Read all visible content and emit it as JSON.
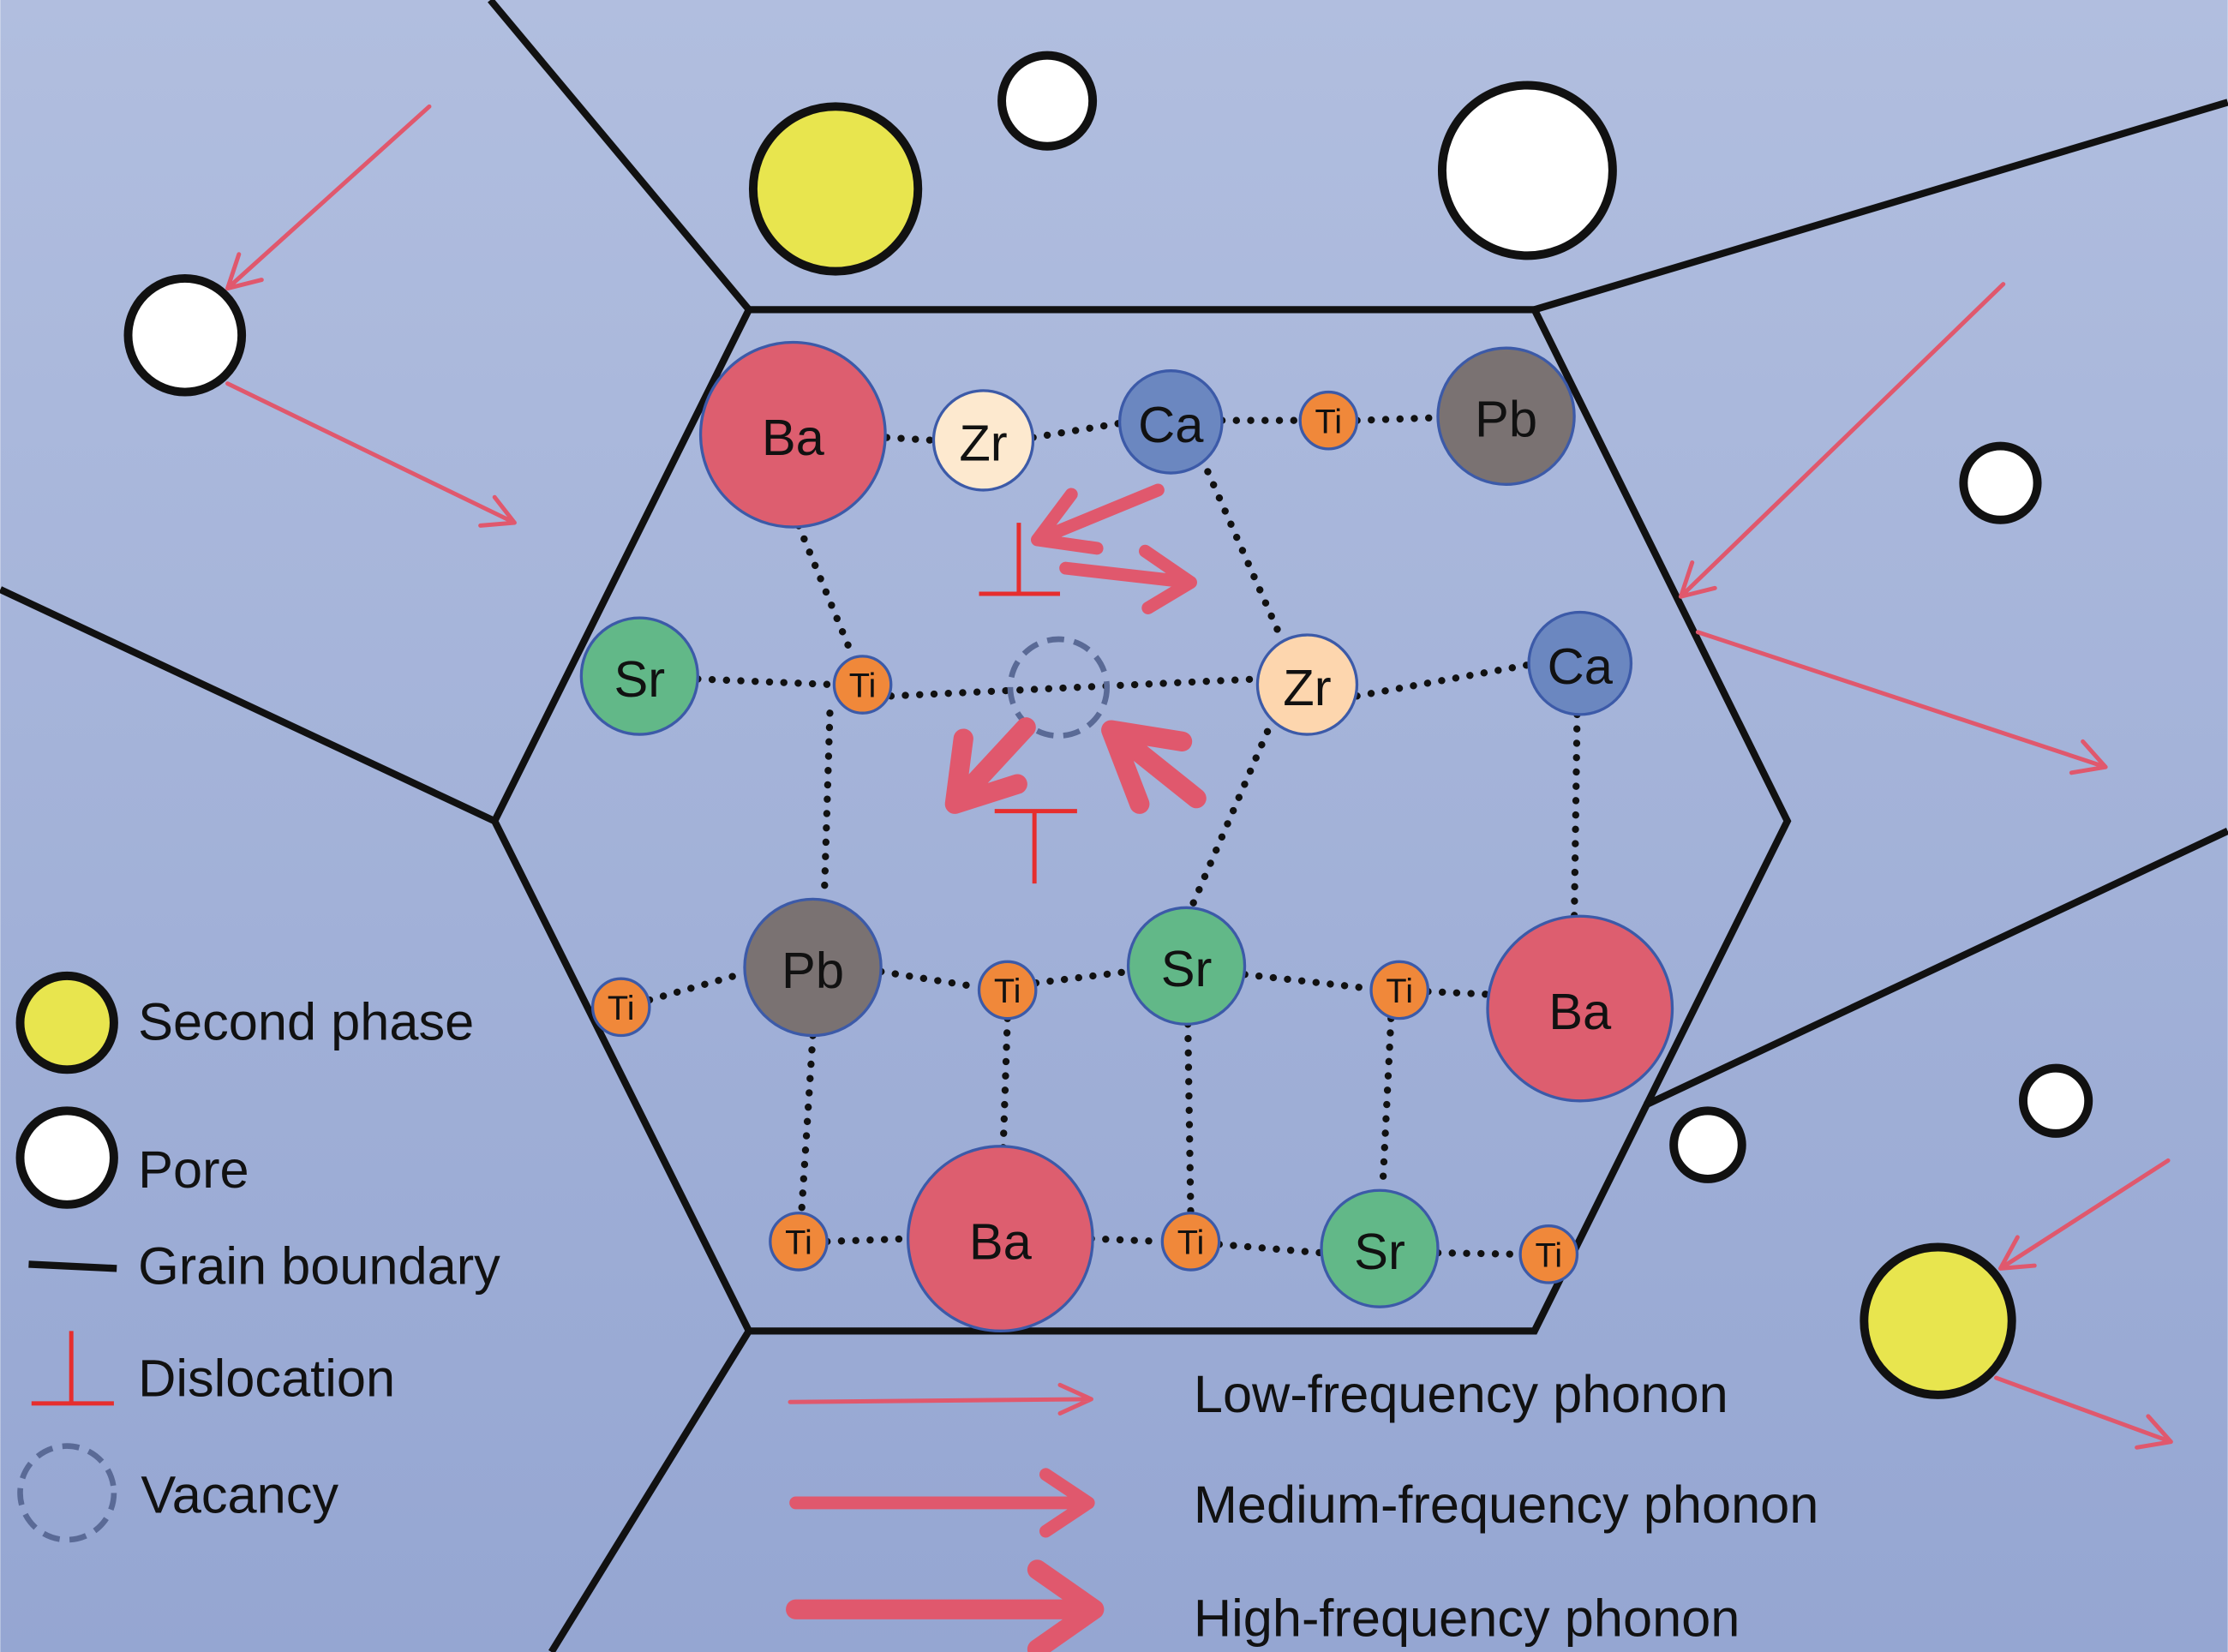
{
  "colors": {
    "background_top": "#b1bedf",
    "background_bottom": "#95a6d2",
    "grain_boundary": "#111111",
    "phonon": "#e0586d",
    "dislocation": "#e62e2e",
    "vacancy": "#5a6a96",
    "second_phase": "#e8e54e",
    "pore": "#ffffff",
    "Ba": "#dd5e6f",
    "Zr": "#fde9cf",
    "Ca": "#6b87c0",
    "Ti": "#f0883a",
    "Pb": "#7a7272",
    "Sr": "#62b888"
  },
  "atoms": [
    {
      "label": "Ba"
    },
    {
      "label": "Zr"
    },
    {
      "label": "Ca"
    },
    {
      "label": "Ti"
    },
    {
      "label": "Pb"
    },
    {
      "label": "Sr"
    },
    {
      "label": "Ti"
    },
    {
      "label": "Zr"
    },
    {
      "label": "Ca"
    },
    {
      "label": "Pb"
    },
    {
      "label": "Ti"
    },
    {
      "label": "Ti"
    },
    {
      "label": "Sr"
    },
    {
      "label": "Ti"
    },
    {
      "label": "Ba"
    },
    {
      "label": "Ti"
    },
    {
      "label": "Ba"
    },
    {
      "label": "Ti"
    },
    {
      "label": "Sr"
    },
    {
      "label": "Ti"
    }
  ],
  "legend": {
    "second_phase": "Second phase",
    "pore": "Pore",
    "grain_boundary": "Grain boundary",
    "dislocation": "Dislocation",
    "vacancy": "Vacancy",
    "low_phonon": "Low-frequency phonon",
    "medium_phonon": "Medium-frequency phonon",
    "high_phonon": "High-frequency phonon"
  }
}
